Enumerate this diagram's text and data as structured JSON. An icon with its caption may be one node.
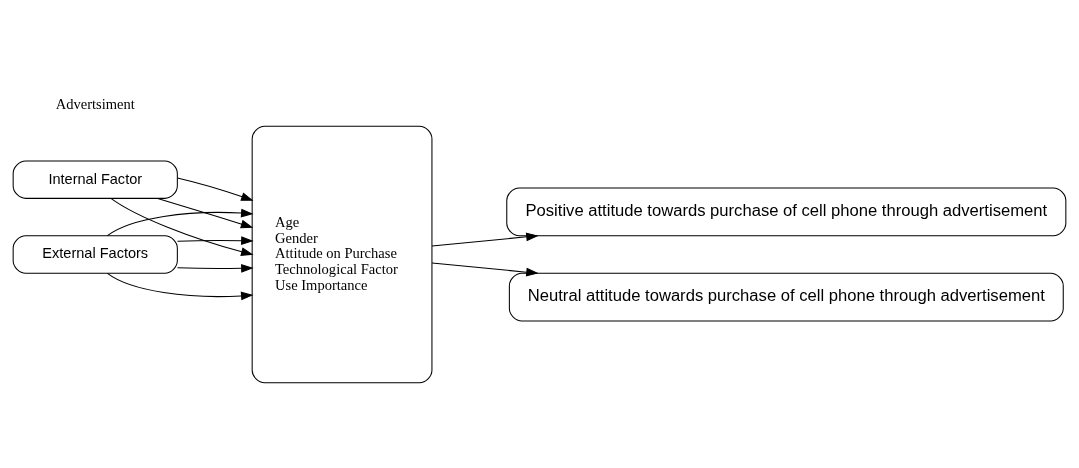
{
  "diagram": {
    "nodes": [
      {
        "text": [
          "Internal Factor"
        ]
      },
      {
        "text": [
          "Age",
          "Gender",
          "Attitude on Purchase",
          "Technological Factor",
          "Use Importance"
        ]
      },
      {
        "text": [
          "Positive attitude towards purchase of cell phone through advertisement"
        ]
      },
      {
        "text": [
          "External Factors"
        ]
      },
      {
        "text": [
          "Neutral attitude towards purchase of cell phone through advertisement"
        ]
      }
    ],
    "edges": [
      {
        "from": 0,
        "to": 1,
        "arrow": "to"
      },
      {
        "from": 0,
        "to": 1,
        "arrow": "to"
      },
      {
        "from": 0,
        "to": 1,
        "arrow": "to"
      },
      {
        "from": 3,
        "to": 1,
        "arrow": "to"
      },
      {
        "from": 3,
        "to": 1,
        "arrow": "to"
      },
      {
        "from": 3,
        "to": 1,
        "arrow": "to"
      },
      {
        "from": 3,
        "to": 1,
        "arrow": "to"
      },
      {
        "from": 1,
        "to": 2,
        "arrow": "to"
      },
      {
        "from": 1,
        "to": 4,
        "arrow": "to"
      }
    ],
    "labels": [
      "Advertsiment"
    ]
  }
}
